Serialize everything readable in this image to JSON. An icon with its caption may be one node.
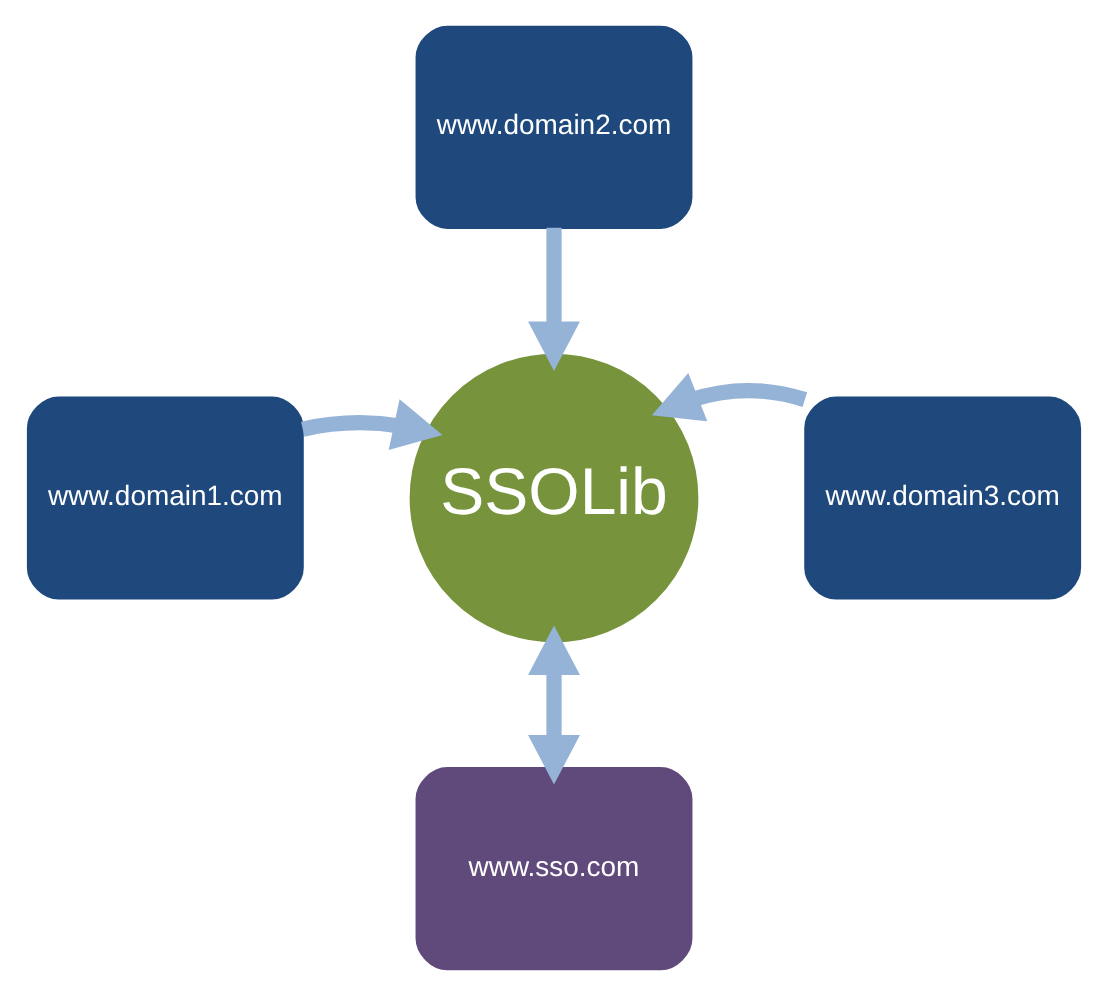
{
  "diagram": {
    "nodes": [
      {
        "text": [
          "www.domain2.com"
        ]
      },
      {
        "text": [
          "www.domain1.com"
        ]
      },
      {
        "text": [
          "SSOLib"
        ]
      },
      {
        "text": [
          "www.domain3.com"
        ]
      },
      {
        "text": [
          "www.sso.com"
        ]
      }
    ],
    "edges": [
      {
        "from": 0,
        "to": 2,
        "arrow": "to"
      },
      {
        "from": 1,
        "to": 2,
        "arrow": "to"
      },
      {
        "from": 3,
        "to": 2,
        "arrow": "to"
      },
      {
        "from": 2,
        "to": 4,
        "arrow": "both"
      }
    ]
  }
}
